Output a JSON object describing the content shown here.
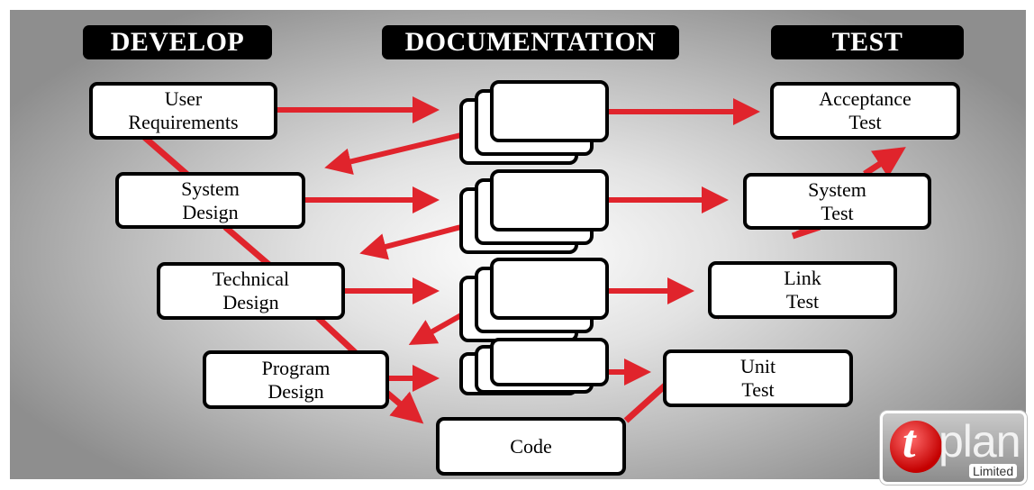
{
  "headers": {
    "develop": "DEVELOP",
    "documentation": "DOCUMENTATION",
    "test": "TEST"
  },
  "develop": {
    "user_requirements": [
      "User",
      "Requirements"
    ],
    "system_design": [
      "System",
      "Design"
    ],
    "technical_design": [
      "Technical",
      "Design"
    ],
    "program_design": [
      "Program",
      "Design"
    ],
    "code": "Code"
  },
  "test": {
    "acceptance": [
      "Acceptance",
      "Test"
    ],
    "system": [
      "System",
      "Test"
    ],
    "link": [
      "Link",
      "Test"
    ],
    "unit": [
      "Unit",
      "Test"
    ]
  },
  "logo": {
    "mark": "t",
    "name": "plan",
    "suffix": "Limited"
  },
  "colors": {
    "arrow": "#e0242c",
    "box_border": "#000000",
    "header_bg": "#000000"
  }
}
